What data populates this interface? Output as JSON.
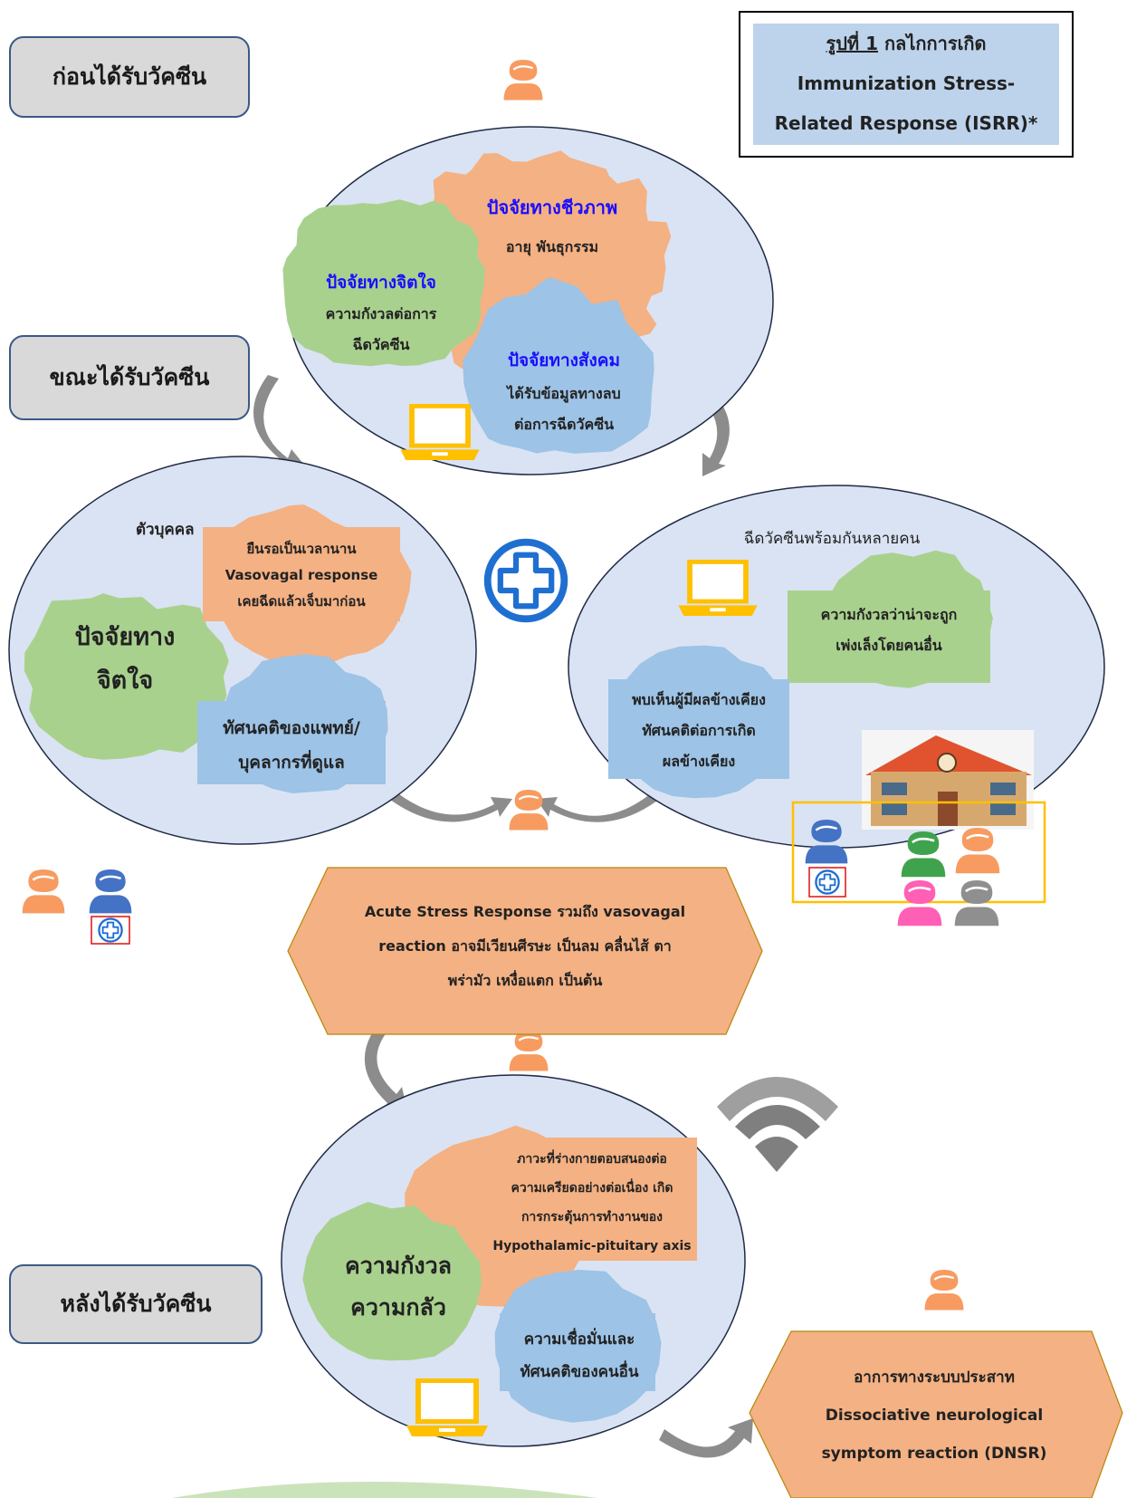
{
  "stages": {
    "before": "ก่อนได้รับวัคซีน",
    "during": "ขณะได้รับวัคซีน",
    "after": "หลังได้รับวัคซีน"
  },
  "title": {
    "figure_label": "รูปที่ 1",
    "line1_rest": " กลไกการเกิด",
    "line2": "Immunization Stress-",
    "line3": "Related Response (ISRR)*"
  },
  "top_circle": {
    "bio_title": "ปัจจัยทางชีวภาพ",
    "bio_text": "อายุ พันธุกรรม",
    "psych_title": "ปัจจัยทางจิตใจ",
    "psych_text1": "ความกังวลต่อการ",
    "psych_text2": "ฉีดวัคซีน",
    "social_title": "ปัจจัยทางสังคม",
    "social_text1": "ได้รับข้อมูลทางลบ",
    "social_text2": "ต่อการฉีดวัคซีน"
  },
  "left_circle": {
    "heading": "ตัวบุคคล",
    "box_line1": "ยืนรอเป็นเวลานาน",
    "box_line2": "Vasovagal response",
    "box_line3": "เคยฉีดแล้วเจ็บมาก่อน",
    "gear_line1": "ปัจจัยทาง",
    "gear_line2": "จิตใจ",
    "attitude1": "ทัศนคติของแพทย์/",
    "attitude2": "บุคลากรที่ดูแล"
  },
  "right_circle": {
    "heading": "ฉีดวัคซีนพร้อมกันหลายคน",
    "anxiety1": "ความกังวลว่าน่าจะถูก",
    "anxiety2": "เพ่งเล็งโดยคนอื่น",
    "seen1": "พบเห็นผู้มีผลข้างเคียง",
    "seen2": "ทัศนคติต่อการเกิด",
    "seen3": "ผลข้างเคียง"
  },
  "acute": {
    "line1": "Acute Stress Response รวมถึง vasovagal",
    "line2": "reaction อาจมีเวียนศีรษะ เป็นลม คลื่นไส้ ตา",
    "line3": "พร่ามัว เหงื่อแตก เป็นต้น"
  },
  "bottom_circle": {
    "hpa1": "ภาวะที่ร่างกายตอบสนองต่อ",
    "hpa2": "ความเครียดอย่างต่อเนื่อง เกิด",
    "hpa3": "การกระตุ้นการทำงานของ",
    "hpa4": "Hypothalamic-pituitary axis",
    "fear1": "ความกังวล",
    "fear2": "ความกลัว",
    "trust1": "ความเชื่อมั่นและ",
    "trust2": "ทัศนคติของคนอื่น"
  },
  "dnsr": {
    "line1": "อาการทางระบบประสาท",
    "line2": "Dissociative neurological",
    "line3": "symptom reaction (DNSR)"
  },
  "colors": {
    "circle_fill": "#dae3f3",
    "gear_green": "#a9d18e",
    "gear_orange": "#f4b183",
    "gear_blue": "#9dc3e6",
    "hexagon": "#f4b183",
    "person_orange": "#f79b61",
    "person_blue": "#4472c4",
    "laptop": "#ffc000"
  },
  "icons": [
    "person-icon",
    "laptop-icon",
    "medical-cross-icon",
    "school-icon",
    "wifi-icon",
    "curved-arrow-icon"
  ]
}
